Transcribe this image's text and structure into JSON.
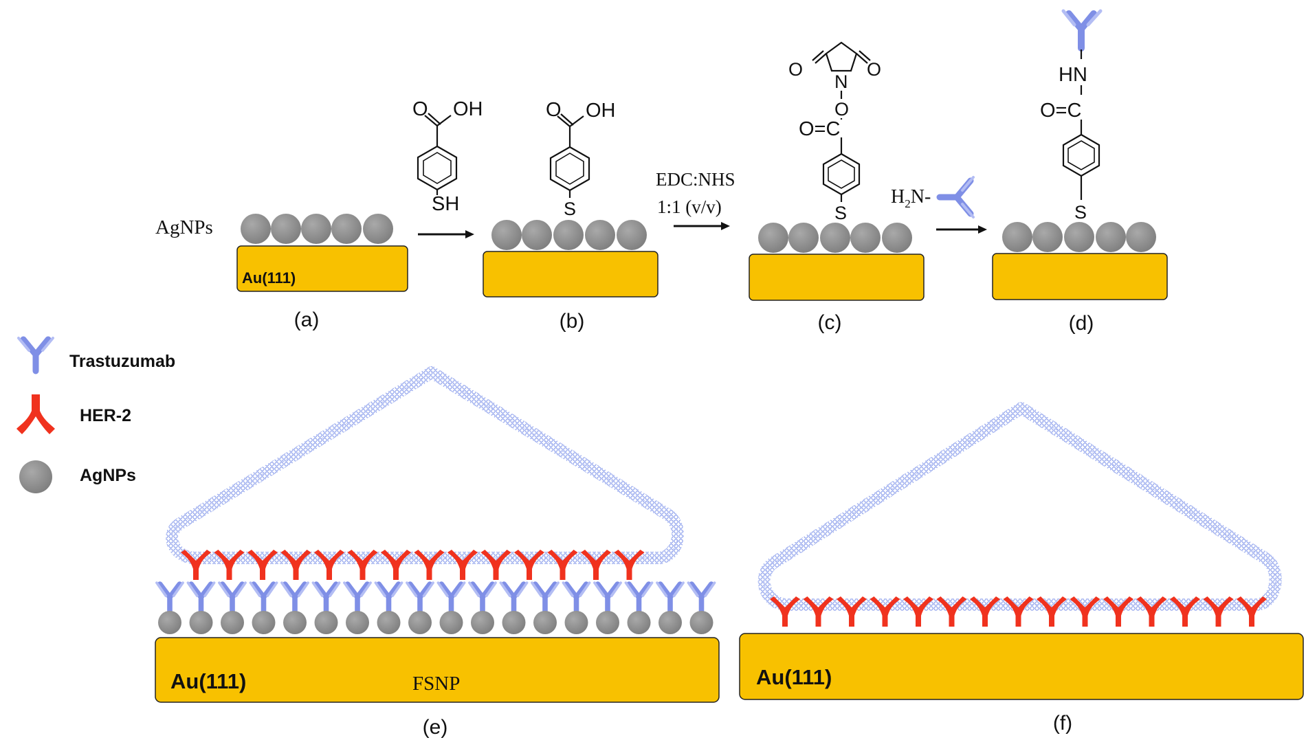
{
  "labels": {
    "agnps_side": "AgNPs",
    "au111_a": "Au(111)",
    "au111_e": "Au(111)",
    "au111_f": "Au(111)",
    "fsnp": "FSNP",
    "reagent_edc": "EDC:NHS",
    "reagent_ratio": "1:1 (v/v)",
    "h2n_amine": "H",
    "h2n_sub": "2",
    "h2n_tail": "N-",
    "hn_amide": "HN"
  },
  "panels": [
    "(a)",
    "(b)",
    "(c)",
    "(d)",
    "(e)",
    "(f)"
  ],
  "chem_labels": {
    "oh": "OH",
    "o": "O",
    "sh": "SH",
    "s": "S",
    "n": "N",
    "o_eq_c": "O=C"
  },
  "legend": {
    "items": [
      {
        "label": "Trastuzumab",
        "icon": "antibody-icon"
      },
      {
        "label": "HER-2",
        "icon": "her2-receptor-icon"
      },
      {
        "label": "AgNPs",
        "icon": "silver-nanoparticle-icon"
      }
    ]
  },
  "colors": {
    "gold": "#f8c100",
    "gold_edge": "#222222",
    "silver": "#8e8e8e",
    "antibody": "#7f8fe6",
    "antibody_light": "#a9b4f2",
    "her2": "#f0321e",
    "membrane": "#9fb0ef"
  }
}
